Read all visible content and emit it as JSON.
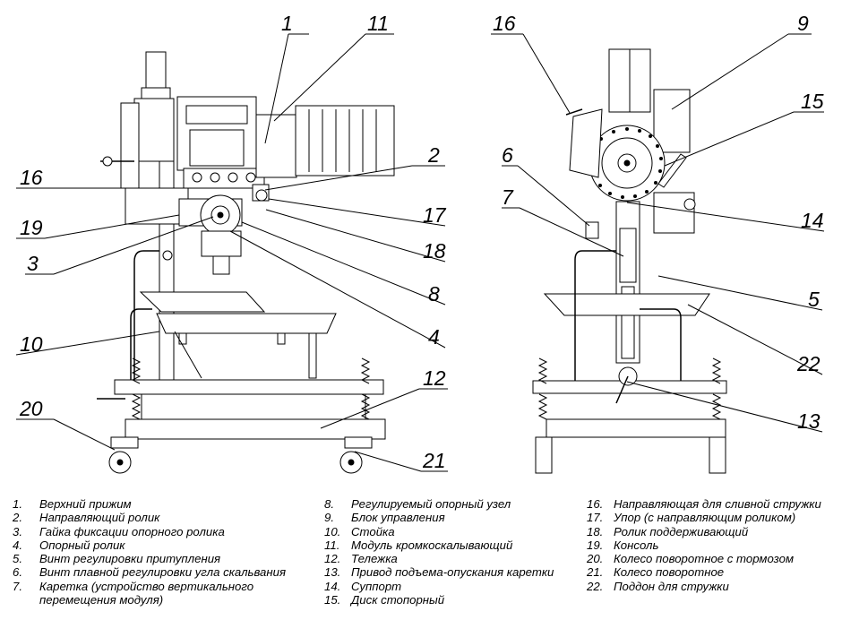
{
  "callouts": {
    "c1": "1",
    "c11": "11",
    "c16l": "16",
    "c19": "19",
    "c3": "3",
    "c2": "2",
    "c17": "17",
    "c18": "18",
    "c8": "8",
    "c4": "4",
    "c10": "10",
    "c12": "12",
    "c20": "20",
    "c21": "21",
    "c16r": "16",
    "c9": "9",
    "c15": "15",
    "c6": "6",
    "c7": "7",
    "c14": "14",
    "c5": "5",
    "c22": "22",
    "c13": "13"
  },
  "legend": {
    "col1": [
      {
        "num": "1.",
        "text": "Верхний прижим"
      },
      {
        "num": "2.",
        "text": "Направляющий ролик"
      },
      {
        "num": "3.",
        "text": "Гайка фиксации опорного ролика"
      },
      {
        "num": "4.",
        "text": "Опорный ролик"
      },
      {
        "num": "5.",
        "text": "Винт регулировки притупления"
      },
      {
        "num": "6.",
        "text": "Винт плавной регулировки угла скальвания"
      },
      {
        "num": "7.",
        "text": "Каретка (устройство вертикального\nперемещения модуля)"
      }
    ],
    "col2": [
      {
        "num": "8.",
        "text": "Регулируемый опорный узел"
      },
      {
        "num": "9.",
        "text": "Блок управления"
      },
      {
        "num": "10.",
        "text": "Стойка"
      },
      {
        "num": "11.",
        "text": "Модуль кромкоскалывающий"
      },
      {
        "num": "12.",
        "text": "Тележка"
      },
      {
        "num": "13.",
        "text": "Привод подъема-опускания каретки"
      },
      {
        "num": "14.",
        "text": "Суппорт"
      },
      {
        "num": "15.",
        "text": "Диск стопорный"
      }
    ],
    "col3": [
      {
        "num": "16.",
        "text": "Направляющая для сливной стружки"
      },
      {
        "num": "17.",
        "text": "Упор (с направляющим роликом)"
      },
      {
        "num": "18.",
        "text": "Ролик поддерживающий"
      },
      {
        "num": "19.",
        "text": "Консоль"
      },
      {
        "num": "20.",
        "text": "Колесо поворотное с тормозом"
      },
      {
        "num": "21.",
        "text": "Колесо поворотное"
      },
      {
        "num": "22.",
        "text": "Поддон для стружки"
      }
    ]
  }
}
